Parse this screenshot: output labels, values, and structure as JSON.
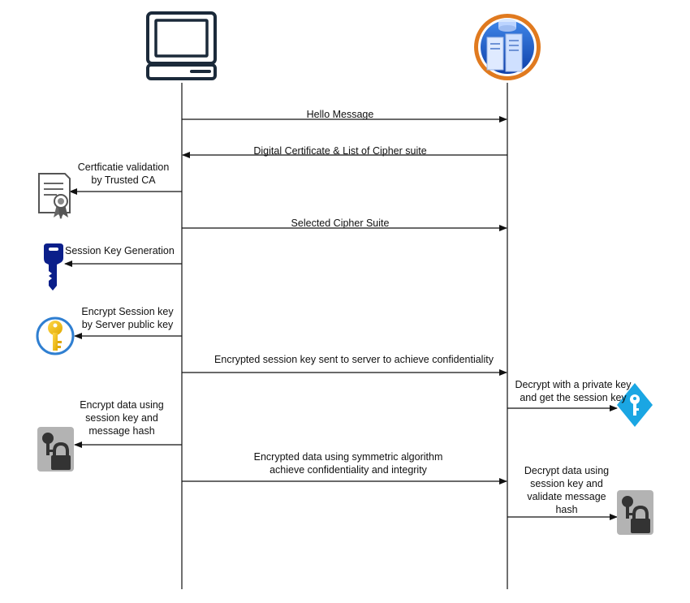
{
  "participants": {
    "client": {
      "icon": "computer-icon"
    },
    "server": {
      "icon": "server-icon"
    }
  },
  "messages": {
    "hello": "Hello Message",
    "certificate": "Digital Certificate &  List of Cipher suite",
    "cipher_suite": "Selected Cipher Suite",
    "encrypted_key_sent": "Encrypted session key sent to server to achieve confidentiality",
    "encrypted_data": "Encrypted data using symmetric algorithm\nachieve confidentiality and integrity"
  },
  "client_steps": {
    "cert_validation": "Certficatie validation\nby Trusted CA",
    "key_generation": "Session Key Generation",
    "encrypt_key": "Encrypt Session key\nby Server public key",
    "encrypt_data": "Encrypt data using\nsession key and\nmessage hash"
  },
  "server_steps": {
    "decrypt_key": "Decrypt with a private key\nand get the session key",
    "decrypt_data": "Decrypt data using\nsession key and\nvalidate message\nhash"
  },
  "icons": {
    "certificate": "certificate-icon",
    "key": "key-icon",
    "gold_key": "gold-key-icon",
    "lock": "key-lock-icon",
    "key_diamond": "key-diamond-icon"
  },
  "colors": {
    "line": "#111111",
    "monitor": "#1b2a3a",
    "server_ring": "#e07a1f",
    "server_fill": "#1a59c7",
    "key_navy": "#0b1f8a",
    "gold": "#f6c21b",
    "gold_ring": "#2f7fd1",
    "lock_bg": "#b3b3b3",
    "diamond": "#1aa6e3"
  }
}
